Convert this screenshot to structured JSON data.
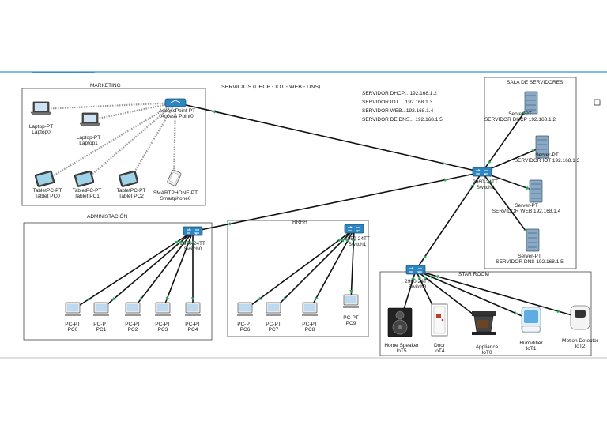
{
  "header": {
    "services_label": "SERVICIOS (DHCP - IOT - WEB - DNS)"
  },
  "areas": {
    "marketing": "MARKETING",
    "admin": "ADMINISTACIÓN",
    "rrhh": "RRHH",
    "sala": "SALA DE SERVIDORES",
    "star": "STAR ROOM"
  },
  "servers_list": [
    "SERVIDOR DHCP... 192.168.1.2",
    "SERVIDOR  IOT.... 192.168.1.3",
    "SERVIDOR WEB...192.168.1.4",
    "SERVIDOR DE DNS... 192.168.1.5"
  ],
  "nodes": {
    "laptop0": {
      "l1": "Laptop-PT",
      "l2": "Laptop0"
    },
    "laptop1": {
      "l1": "Laptop-PT",
      "l2": "Laptop1"
    },
    "ap0": {
      "l1": "AccessPoint-PT",
      "l2": "Access Point0"
    },
    "tablet0": {
      "l1": "TabletPC-PT",
      "l2": "Tablet PC0"
    },
    "tablet1": {
      "l1": "TabletPC-PT",
      "l2": "Tablet PC1"
    },
    "tablet2": {
      "l1": "TabletPC-PT",
      "l2": "Tablet PC2"
    },
    "phone0": {
      "l1": "SMARTPHONE-PT",
      "l2": "Smartphone0"
    },
    "switch0": {
      "l1": "2950-24TT",
      "l2": "Switch0"
    },
    "switch1": {
      "l1": "2950-24TT",
      "l2": "Switch1"
    },
    "switch2": {
      "l1": "2960-24TT",
      "l2": "Switch2"
    },
    "switch3": {
      "l1": "2960-24TT",
      "l2": "Switch3"
    },
    "pc0": {
      "l1": "PC-PT",
      "l2": "PC0"
    },
    "pc1": {
      "l1": "PC-PT",
      "l2": "PC1"
    },
    "pc2": {
      "l1": "PC-PT",
      "l2": "PC2"
    },
    "pc3": {
      "l1": "PC-PT",
      "l2": "PC3"
    },
    "pc4": {
      "l1": "PC-PT",
      "l2": "PC4"
    },
    "pc6": {
      "l1": "PC-PT",
      "l2": "PC6"
    },
    "pc7": {
      "l1": "PC-PT",
      "l2": "PC7"
    },
    "pc8": {
      "l1": "PC-PT",
      "l2": "PC8"
    },
    "pc9": {
      "l1": "PC-PT",
      "l2": "PC9"
    },
    "srv_dhcp": {
      "l1": "Server-PT",
      "l2": "SERVIDOR DHCP 192.168.1.2"
    },
    "srv_iot": {
      "l1": "Server-PT",
      "l2": "SERVIDOR IOT 192.168.1.3"
    },
    "srv_web": {
      "l1": "Server-PT",
      "l2": "SERVIDOR WEB 192.168.1.4"
    },
    "srv_dns": {
      "l1": "Server-PT",
      "l2": "SERVIDOR DNS 192.168.1.5"
    },
    "iot5": {
      "l1": "Home Speaker",
      "l2": "IoT5"
    },
    "iot4": {
      "l1": "Door",
      "l2": "IoT4"
    },
    "iot0": {
      "l1": "Appliance",
      "l2": "IoT0"
    },
    "iot1": {
      "l1": "Humidifier",
      "l2": "IoT1"
    },
    "iot2": {
      "l1": "Motion Detector",
      "l2": "IoT2"
    }
  },
  "colors": {
    "switch": "#2e86c1",
    "link": "#111111",
    "link_ok": "#27ae60",
    "wireless": "#999999",
    "top_rule": "#3a8fd6"
  }
}
